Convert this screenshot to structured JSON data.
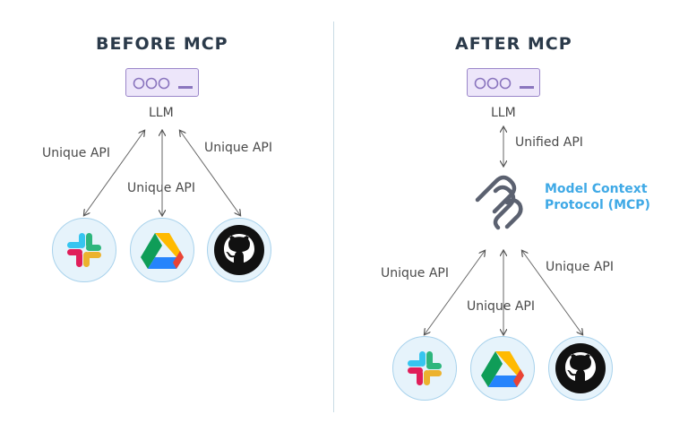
{
  "before": {
    "title": "BEFORE MCP",
    "llm_label": "LLM",
    "api_labels": [
      "Unique API",
      "Unique API",
      "Unique API"
    ],
    "apps": [
      "slack-icon",
      "google-drive-icon",
      "github-icon"
    ]
  },
  "after": {
    "title": "AFTER MCP",
    "llm_label": "LLM",
    "unified_label": "Unified API",
    "mcp_label_line1": "Model Context",
    "mcp_label_line2": "Protocol (MCP)",
    "api_labels": [
      "Unique API",
      "Unique API",
      "Unique API"
    ],
    "apps": [
      "slack-icon",
      "google-drive-icon",
      "github-icon"
    ]
  },
  "colors": {
    "title": "#2b3a4a",
    "server_fill": "#ede6fa",
    "server_stroke": "#9a86c9",
    "circle_fill": "#e6f3fb",
    "mcp_accent": "#3fa9e6",
    "arrow": "#555555"
  }
}
